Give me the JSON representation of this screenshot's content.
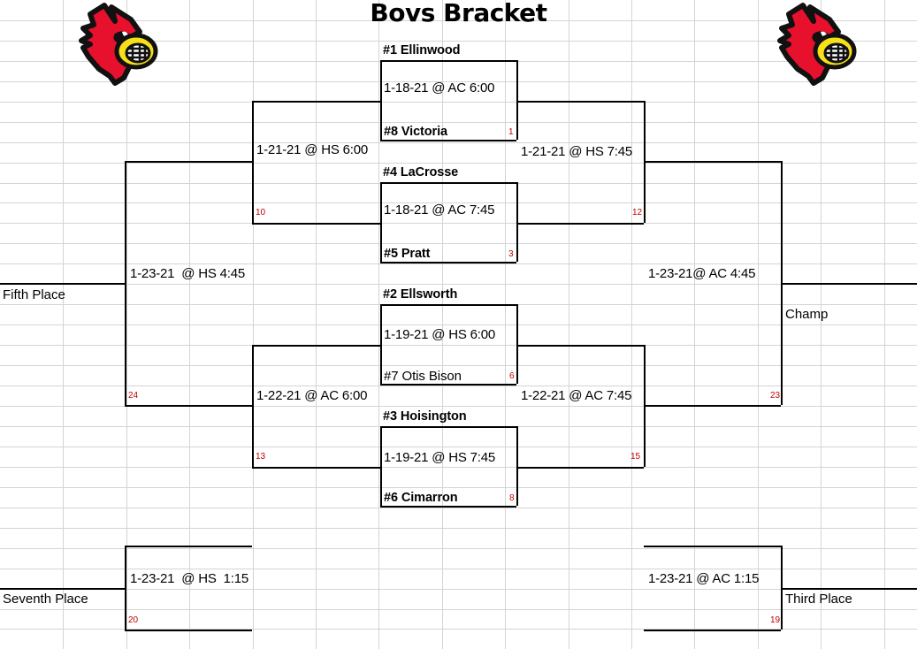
{
  "title": "Bovs Bracket",
  "colors": {
    "game_number": "#c00000",
    "bracket_line": "#000000",
    "gridline": "#d4d4d4",
    "logo_red": "#e8112d",
    "logo_yellow": "#f7e017",
    "background": "#ffffff"
  },
  "logos": [
    {
      "name": "cardinal-logo-left",
      "alt": "Cardinal mascot head"
    },
    {
      "name": "cardinal-logo-right",
      "alt": "Cardinal mascot head"
    }
  ],
  "round1": [
    {
      "top_team": "#1 Ellinwood",
      "bottom_team": "#8 Victoria",
      "matchup": "1-18-21 @ AC 6:00",
      "game": "1",
      "top_bold": true,
      "bottom_bold": true
    },
    {
      "top_team": "#4 LaCrosse",
      "bottom_team": "#5 Pratt",
      "matchup": "1-18-21 @ AC 7:45",
      "game": "3",
      "top_bold": true,
      "bottom_bold": true
    },
    {
      "top_team": "#2 Ellsworth",
      "bottom_team": "#7 Otis Bison",
      "matchup": "1-19-21 @ HS 6:00",
      "game": "6",
      "top_bold": true,
      "bottom_bold": false
    },
    {
      "top_team": "#3 Hoisington",
      "bottom_team": "#6 Cimarron",
      "matchup": "1-19-21 @ HS 7:45",
      "game": "8",
      "top_bold": true,
      "bottom_bold": true
    }
  ],
  "losers_semis": [
    {
      "matchup": "1-21-21 @ HS 6:00",
      "game": "10",
      "side": "left",
      "position": "upper"
    },
    {
      "matchup": "1-22-21 @ AC 6:00",
      "game": "13",
      "side": "left",
      "position": "lower"
    }
  ],
  "winners_semis": [
    {
      "matchup": "1-21-21 @ HS 7:45",
      "game": "12",
      "side": "right",
      "position": "upper"
    },
    {
      "matchup": "1-22-21 @ AC 7:45",
      "game": "15",
      "side": "right",
      "position": "lower"
    }
  ],
  "finals": [
    {
      "name": "fifth-place",
      "matchup": "1-23-21  @ HS 4:45",
      "game": "24",
      "label": "Fifth Place"
    },
    {
      "name": "championship",
      "matchup": "1-23-21@ AC 4:45",
      "game": "23",
      "label": "Champ"
    },
    {
      "name": "seventh-place",
      "matchup": "1-23-21  @ HS  1:15",
      "game": "20",
      "label": "Seventh Place"
    },
    {
      "name": "third-place",
      "matchup": "1-23-21 @ AC 1:15",
      "game": "19",
      "label": "Third Place"
    }
  ]
}
